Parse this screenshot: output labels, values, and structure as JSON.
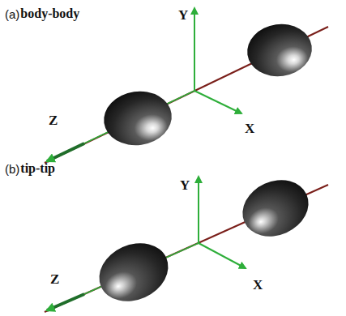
{
  "diagram": {
    "labels": [
      "(a)",
      "body-body",
      "Y",
      "Z",
      "X",
      "(b)",
      "tip-tip",
      "Y",
      "Z",
      "X"
    ]
  }
}
